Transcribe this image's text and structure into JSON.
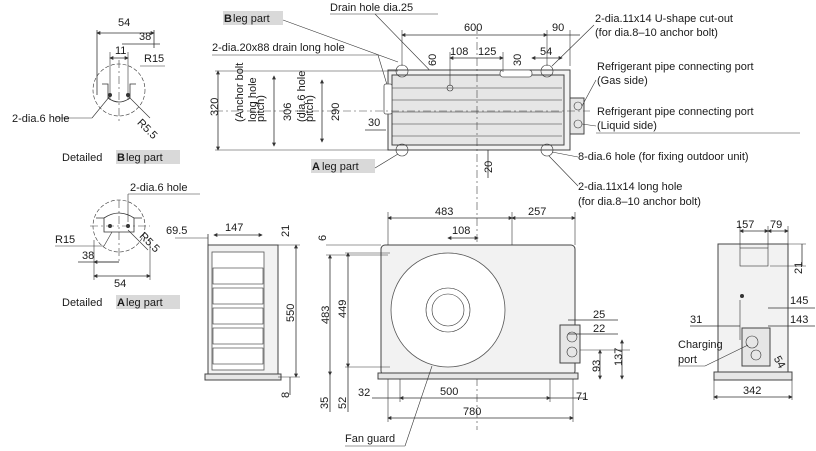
{
  "top_labels": {
    "b_leg_part_letter": "B",
    "b_leg_part_rest": " leg part",
    "a_leg_part_letter": "A",
    "a_leg_part_rest": " leg part",
    "drain_hole": "Drain hole dia.25",
    "drain_long_hole": "2-dia.20x88 drain long hole",
    "u_cutout_1": "2-dia.11x14 U-shape cut-out",
    "u_cutout_2": "(for dia.8–10 anchor bolt)",
    "gas_port_1": "Refrigerant pipe connecting port",
    "gas_port_2": "(Gas side)",
    "liquid_port_1": "Refrigerant pipe connecting port",
    "liquid_port_2": "(Liquid side)",
    "fix_hole": "8-dia.6 hole (for fixing outdoor unit)",
    "long_hole_1": "2-dia.11x14 long hole",
    "long_hole_2": "(for dia.8–10 anchor bolt)",
    "anchor_pitch_1": "(Anchor bolt",
    "anchor_pitch_2": "long hole",
    "anchor_pitch_3": "pitch)",
    "hole_pitch_1": "(dia.6 hole",
    "hole_pitch_2": "pitch)"
  },
  "detail_b": {
    "hole_label": "2-dia.6 hole",
    "caption_pre": "Detailed ",
    "caption_letter": "B",
    "caption_post": " leg part",
    "d54": "54",
    "d38": "38",
    "d11": "11",
    "r15": "R15",
    "r55": "R5.5"
  },
  "detail_a": {
    "hole_label": "2-dia.6 hole",
    "caption_pre": "Detailed ",
    "caption_letter": "A",
    "caption_post": " leg part",
    "r15": "R15",
    "r55": "R5.5",
    "d38": "38",
    "d54": "54"
  },
  "top_dims": {
    "d600": "600",
    "d90": "90",
    "d108": "108",
    "d125": "125",
    "d60": "60",
    "d30a": "30",
    "d54": "54",
    "d320": "320",
    "d306": "306",
    "d290": "290",
    "d30b": "30",
    "d20": "20"
  },
  "side_dims": {
    "d69": "69.5",
    "d147": "147",
    "d21": "21",
    "d550": "550",
    "d8": "8"
  },
  "front_dims": {
    "d483w": "483",
    "d257": "257",
    "d108": "108",
    "d6": "6",
    "d483h": "483",
    "d449": "449",
    "d35": "35",
    "d52": "52",
    "d32": "32",
    "d500": "500",
    "d780": "780",
    "d71": "71",
    "d25": "25",
    "d22": "22",
    "d93": "93",
    "d137": "137",
    "fan_guard": "Fan guard"
  },
  "right_dims": {
    "d157": "157",
    "d79": "79",
    "d21": "21",
    "d145": "145",
    "d31": "31",
    "d143": "143",
    "d54": "54",
    "d342": "342",
    "charging_1": "Charging",
    "charging_2": "port"
  }
}
